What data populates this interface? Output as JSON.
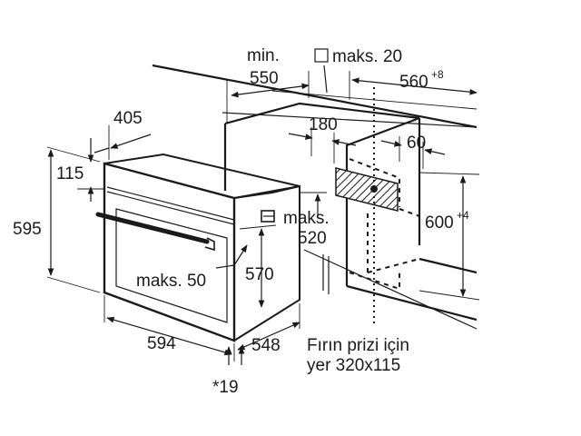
{
  "diagram": {
    "labels": {
      "min": "min.",
      "d550": "550",
      "maks20": "maks. 20",
      "d560": "560",
      "d560_tol": "+8",
      "d405": "405",
      "d180": "180",
      "d60": "60",
      "d115": "115",
      "d595": "595",
      "maks_a": "maks.",
      "d520": "520",
      "d600": "600",
      "d600_tol": "+4",
      "d570": "570",
      "maks50": "maks. 50",
      "d594": "594",
      "d548": "548",
      "socket_line1": "Fırın prizi için",
      "socket_line2": "yer 320x115",
      "footnote": "*19"
    }
  }
}
